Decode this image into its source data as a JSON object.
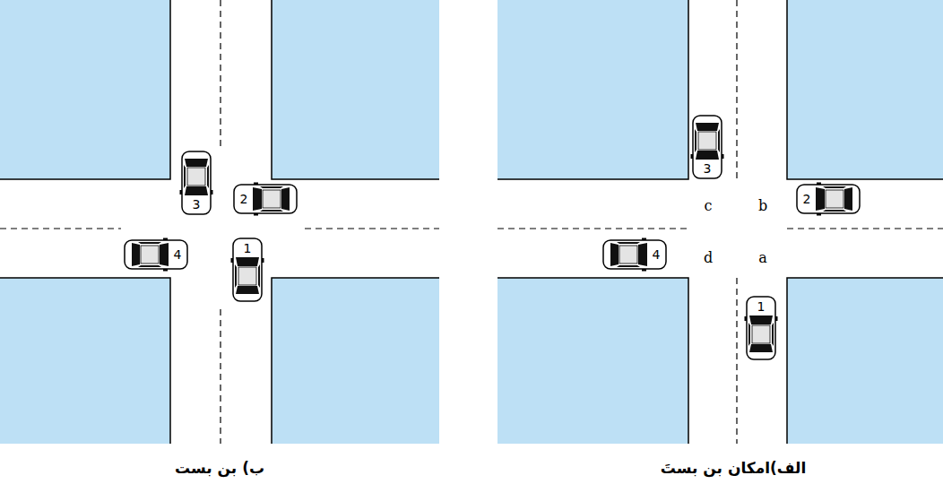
{
  "diagram": {
    "nodes": [
      {
        "text": [
          "1"
        ]
      },
      {
        "text": [
          "2"
        ]
      },
      {
        "text": [
          "3"
        ]
      },
      {
        "text": [
          "4"
        ]
      },
      {
        "text": [
          "1"
        ]
      },
      {
        "text": [
          "2"
        ]
      },
      {
        "text": [
          "3"
        ]
      },
      {
        "text": [
          "4"
        ]
      }
    ],
    "labels": [
      "c",
      "b",
      "d",
      "a",
      "الف)امکان بن بستَ",
      "ب) بن بست"
    ]
  }
}
